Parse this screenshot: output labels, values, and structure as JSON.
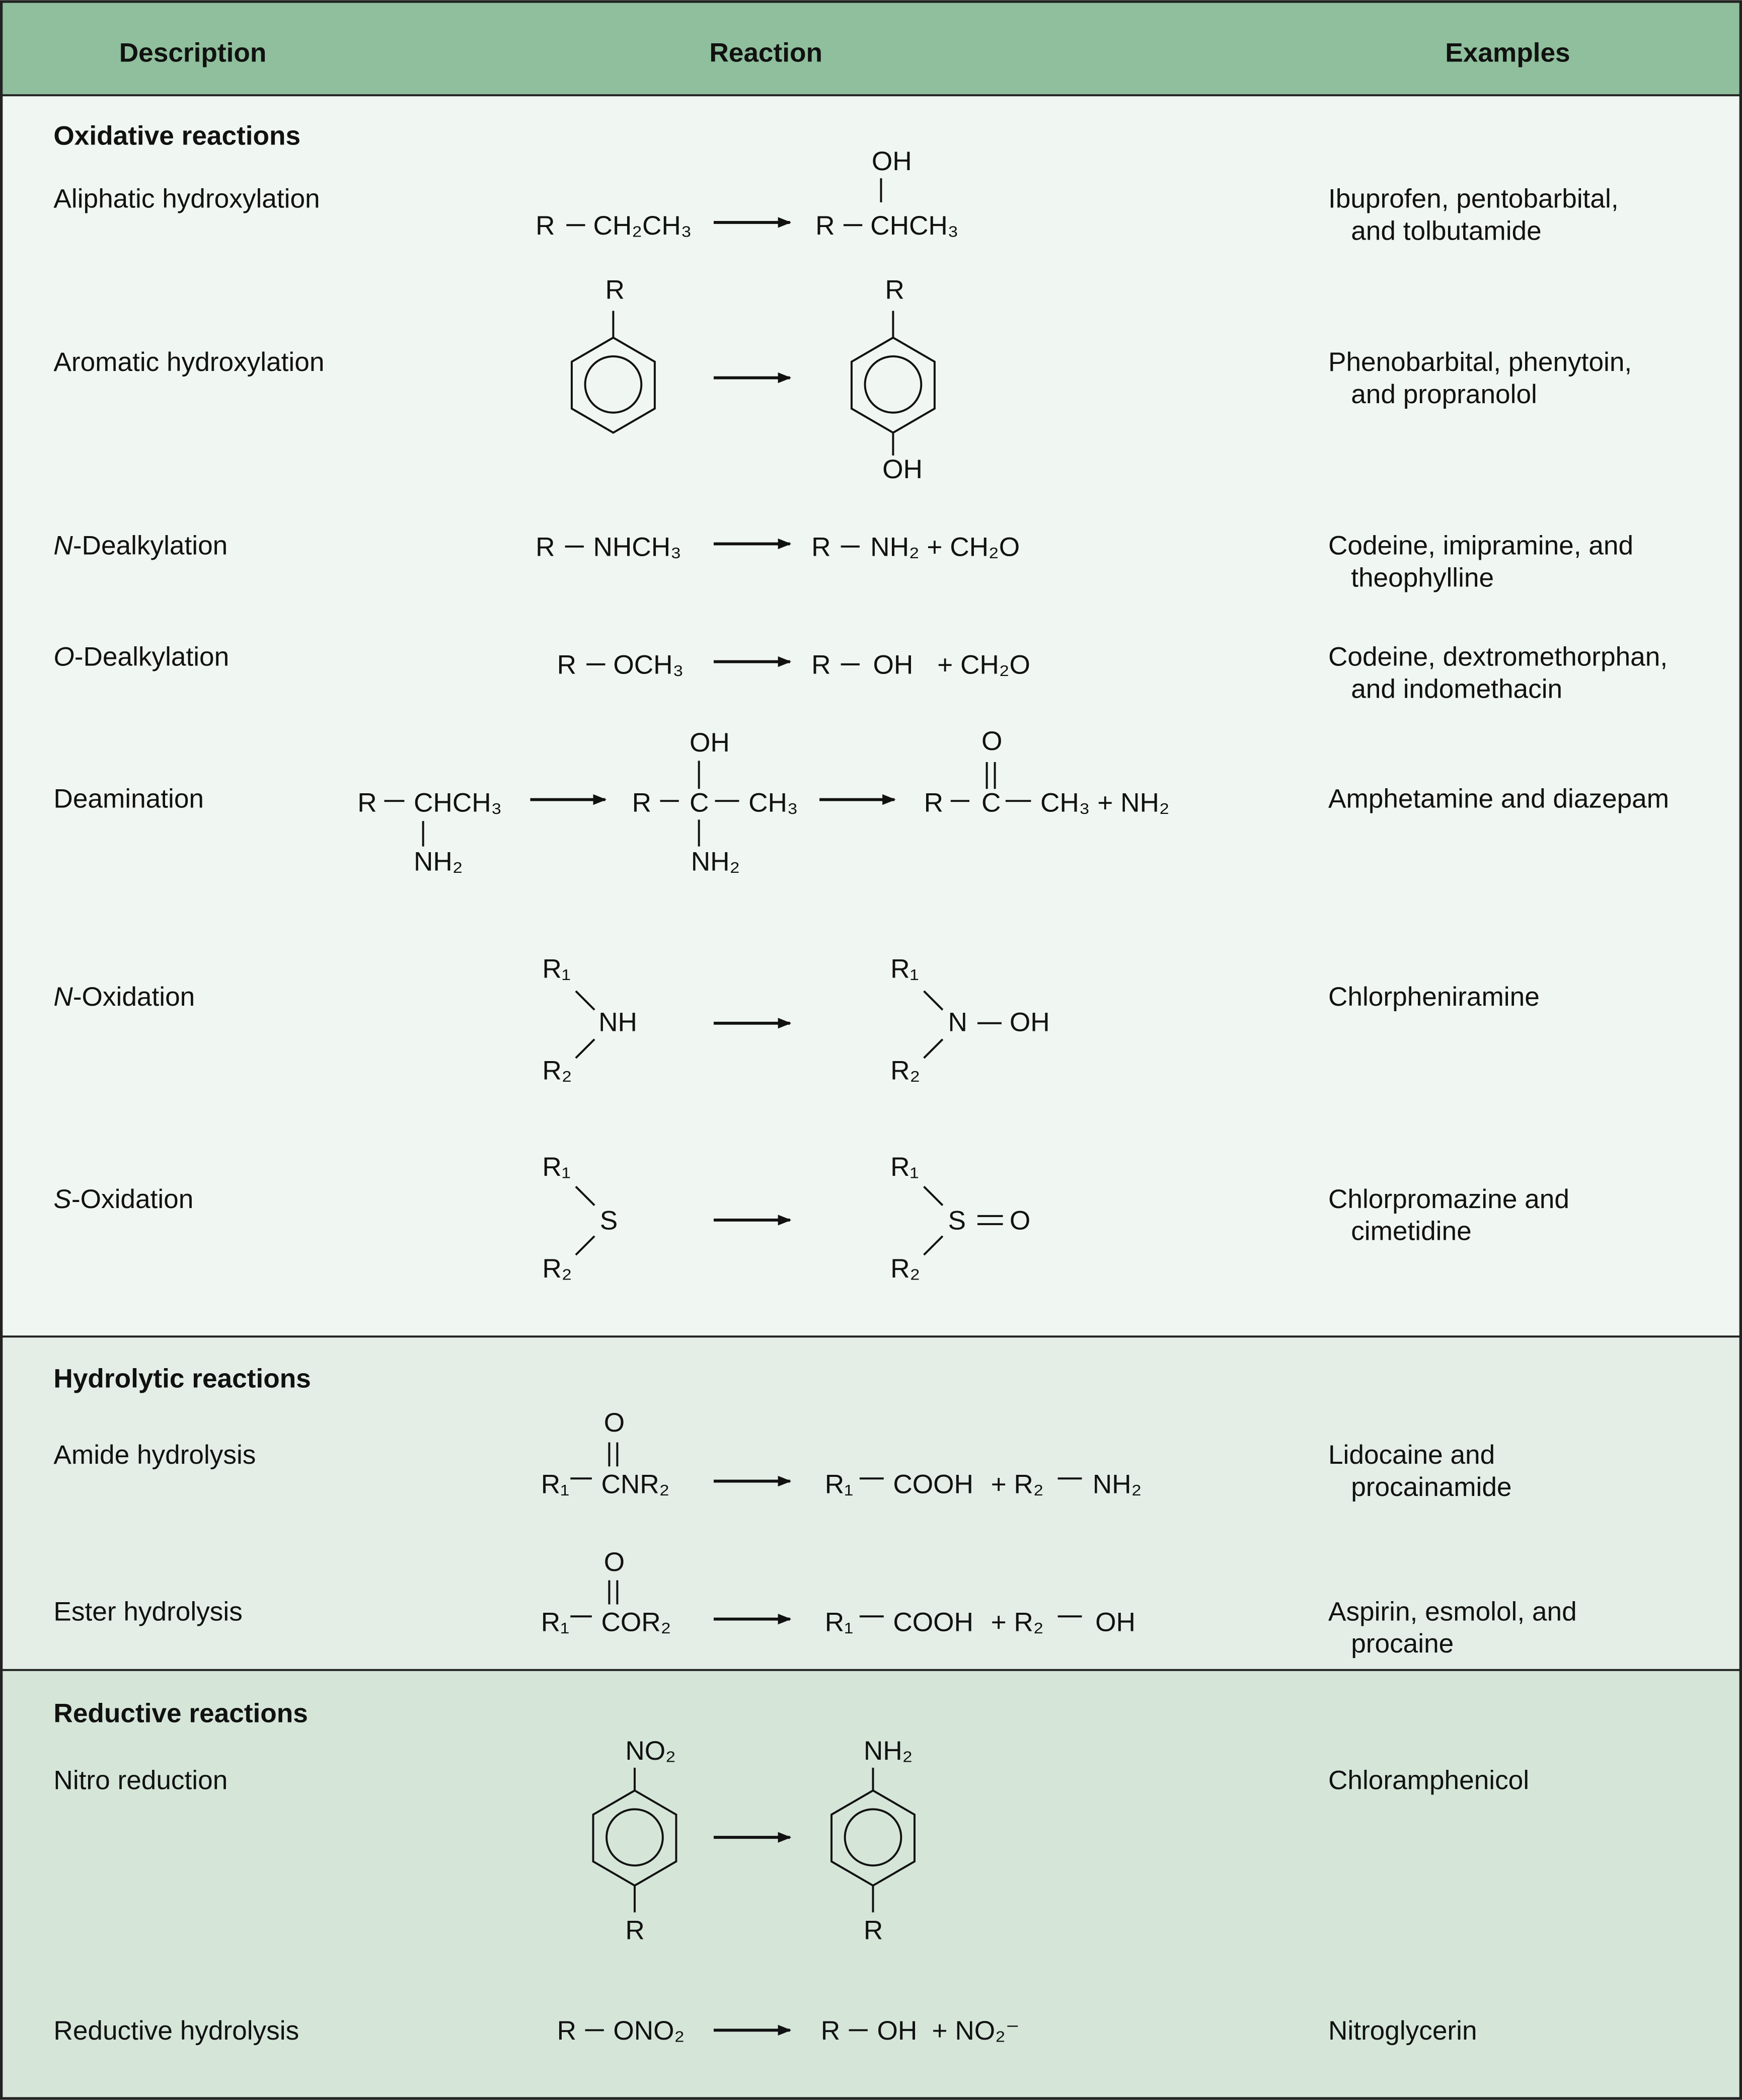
{
  "colors": {
    "header": "#8fbf9c",
    "oxidative_bg": "#f0f6f2",
    "hydrolytic_bg": "#e4eee6",
    "reductive_bg": "#d5e6d9",
    "border": "#222222"
  },
  "header": {
    "description": "Description",
    "reaction": "Reaction",
    "examples": "Examples"
  },
  "sections": {
    "oxidative": "Oxidative reactions",
    "hydrolytic": "Hydrolytic reactions",
    "reductive": "Reductive reactions"
  },
  "rows": {
    "aliphatic": {
      "label": "Aliphatic hydroxylation",
      "ex1": "Ibuprofen, pentobarbital,",
      "ex2": "and tolbutamide",
      "r": "R",
      "sub": "CH₂CH₃",
      "pr": "R",
      "prod": "CHCH₃",
      "oh": "OH"
    },
    "aromatic": {
      "label": "Aromatic hydroxylation",
      "ex1": "Phenobarbital, phenytoin,",
      "ex2": "and propranolol",
      "r1": "R",
      "r2": "R",
      "oh": "OH"
    },
    "ndealk": {
      "prefix": "N",
      "label": "-Dealkylation",
      "ex1": "Codeine, imipramine, and",
      "ex2": "theophylline",
      "r": "R",
      "sub": "NHCH₃",
      "pr": "R",
      "prod": "NH₂ + CH₂O"
    },
    "odealk": {
      "prefix": "O",
      "label": "-Dealkylation",
      "ex1": "Codeine, dextromethorphan,",
      "ex2": "and indomethacin",
      "r": "R",
      "sub": "OCH₃",
      "pr": "R",
      "prod": "OH",
      "plus": "+ CH₂O"
    },
    "deamination": {
      "label": "Deamination",
      "ex1": "Amphetamine and diazepam",
      "r1": "R",
      "s1": "CHCH₃",
      "n1": "NH₂",
      "r2": "R",
      "c2": "C",
      "ch2": "CH₃",
      "oh2": "OH",
      "n2": "NH₂",
      "r3": "R",
      "c3": "C",
      "p3": "CH₃ + NH₂",
      "o3": "O"
    },
    "noxid": {
      "prefix": "N",
      "label": "-Oxidation",
      "ex1": "Chlorpheniramine",
      "ra": "R₁",
      "rb": "R₂",
      "nh": "NH",
      "pa": "R₁",
      "pb": "R₂",
      "n": "N",
      "oh": "OH"
    },
    "soxid": {
      "prefix": "S",
      "label": "-Oxidation",
      "ex1": "Chlorpromazine and",
      "ex2": "cimetidine",
      "ra": "R₁",
      "rb": "R₂",
      "s": "S",
      "pa": "R₁",
      "pb": "R₂",
      "ps": "S",
      "o": "O"
    },
    "amide": {
      "label": "Amide hydrolysis",
      "ex1": "Lidocaine and",
      "ex2": "procainamide",
      "o": "O",
      "r1": "R₁",
      "sub": "CNR₂",
      "pr1": "R₁",
      "cooh": "COOH",
      "plus": "+ R₂",
      "tail": "NH₂"
    },
    "ester": {
      "label": "Ester hydrolysis",
      "ex1": "Aspirin, esmolol, and",
      "ex2": "procaine",
      "o": "O",
      "r1": "R₁",
      "sub": "COR₂",
      "pr1": "R₁",
      "cooh": "COOH",
      "plus": "+ R₂",
      "tail": "OH"
    },
    "nitro": {
      "label": "Nitro reduction",
      "ex1": "Chloramphenicol",
      "no2": "NO₂",
      "r1": "R",
      "nh2": "NH₂",
      "r2": "R"
    },
    "redhyd": {
      "label": "Reductive hydrolysis",
      "ex1": "Nitroglycerin",
      "r": "R",
      "sub": "ONO₂",
      "pr": "R",
      "prod": "OH",
      "plus": "+ NO₂⁻"
    }
  }
}
